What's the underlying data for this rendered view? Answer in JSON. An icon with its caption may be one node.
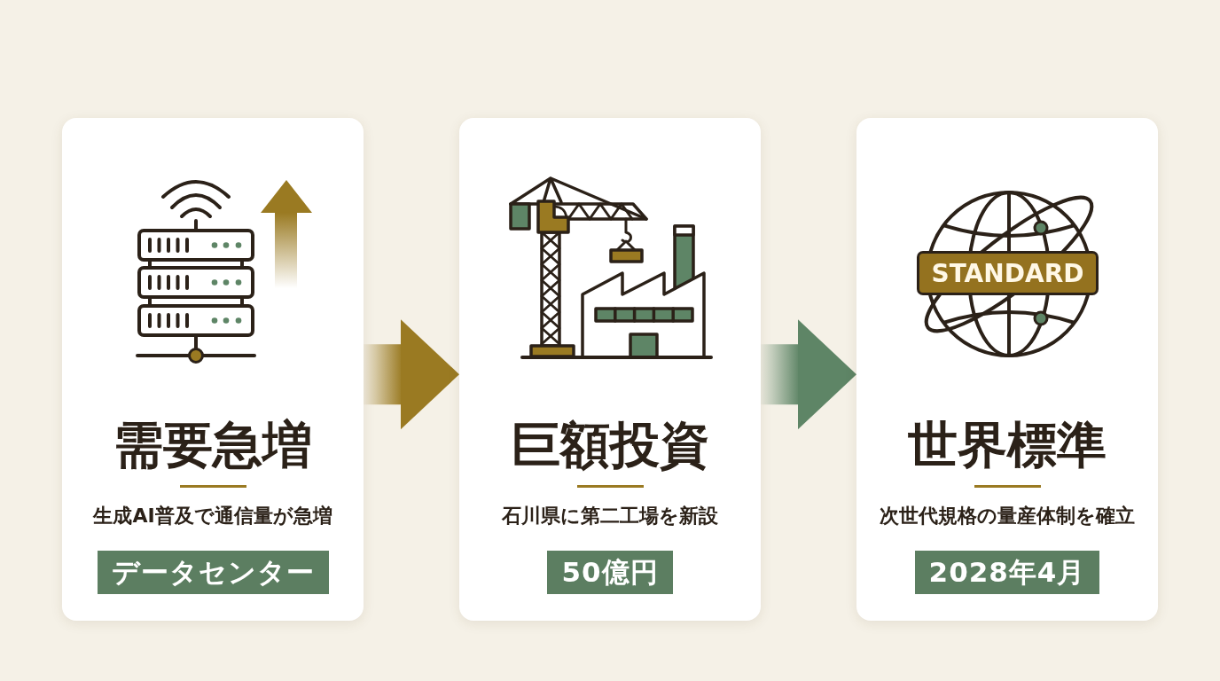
{
  "diagram": {
    "nodes": [
      {
        "text": [
          "需要急増",
          "生成AI普及で通信量が急増"
        ]
      },
      {
        "text": [
          "データセンター"
        ],
        "in": 0
      },
      {
        "text": [
          "巨額投資",
          "石川県に第二工場を新設"
        ]
      },
      {
        "text": [
          "50億円"
        ],
        "in": 2
      },
      {
        "text": [
          "世界標準",
          "次世代規格の量産体制を確立"
        ]
      },
      {
        "text": [
          "STANDARD"
        ],
        "in": 4
      },
      {
        "text": [
          "2028年4月"
        ],
        "in": 4
      }
    ],
    "edges": [
      {
        "from": 0,
        "to": 2,
        "arrow": "to",
        "color": "#9a7a22"
      },
      {
        "from": 2,
        "to": 4,
        "arrow": "to",
        "color": "#5e8566"
      }
    ]
  }
}
